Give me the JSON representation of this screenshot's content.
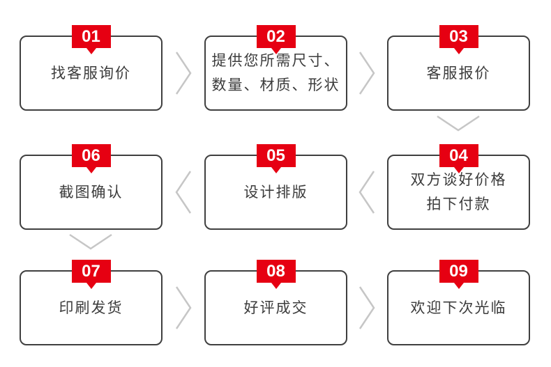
{
  "diagram_title": "order-process-flow",
  "colors": {
    "background": "#ffffff",
    "badge_red": "#e60012",
    "badge_text": "#ffffff",
    "box_border": "#3f3f3f",
    "box_bg": "#ffffff",
    "text": "#3c3c3c",
    "chevron": "#c6c6c6"
  },
  "steps": [
    {
      "number": "01",
      "lines": [
        "找客服询价"
      ]
    },
    {
      "number": "02",
      "lines": [
        "提供您所需尺寸、",
        "数量、材质、形状"
      ]
    },
    {
      "number": "03",
      "lines": [
        "客服报价"
      ]
    },
    {
      "number": "04",
      "lines": [
        "双方谈好价格",
        "拍下付款"
      ]
    },
    {
      "number": "05",
      "lines": [
        "设计排版"
      ]
    },
    {
      "number": "06",
      "lines": [
        "截图确认"
      ]
    },
    {
      "number": "07",
      "lines": [
        "印刷发货"
      ]
    },
    {
      "number": "08",
      "lines": [
        "好评成交"
      ]
    },
    {
      "number": "09",
      "lines": [
        "欢迎下次光临"
      ]
    }
  ],
  "connectors": [
    {
      "from": "01",
      "to": "02",
      "direction": "right"
    },
    {
      "from": "02",
      "to": "03",
      "direction": "right"
    },
    {
      "from": "03",
      "to": "04",
      "direction": "down"
    },
    {
      "from": "04",
      "to": "05",
      "direction": "left"
    },
    {
      "from": "05",
      "to": "06",
      "direction": "left"
    },
    {
      "from": "06",
      "to": "07",
      "direction": "down"
    },
    {
      "from": "07",
      "to": "08",
      "direction": "right"
    },
    {
      "from": "08",
      "to": "09",
      "direction": "right"
    }
  ]
}
